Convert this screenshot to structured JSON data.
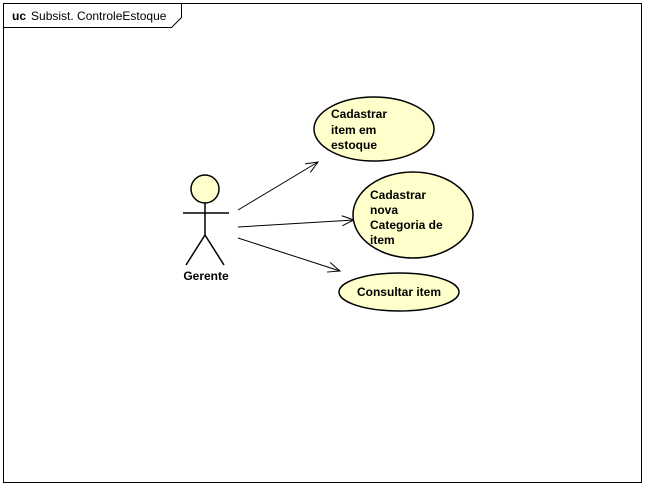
{
  "frame": {
    "keyword": "uc",
    "name": "Subsist. ControleEstoque"
  },
  "actor": {
    "name": "Gerente"
  },
  "use_cases": [
    {
      "lines": [
        "Cadastrar",
        "item em",
        "estoque"
      ]
    },
    {
      "lines": [
        "Cadastrar",
        "nova",
        "Categoria de",
        "item"
      ]
    },
    {
      "lines": [
        "Consultar item"
      ]
    }
  ],
  "colors": {
    "use_case_fill": "#ffffcc",
    "actor_fill": "#ffffcc",
    "stroke": "#000000",
    "background": "#ffffff"
  }
}
